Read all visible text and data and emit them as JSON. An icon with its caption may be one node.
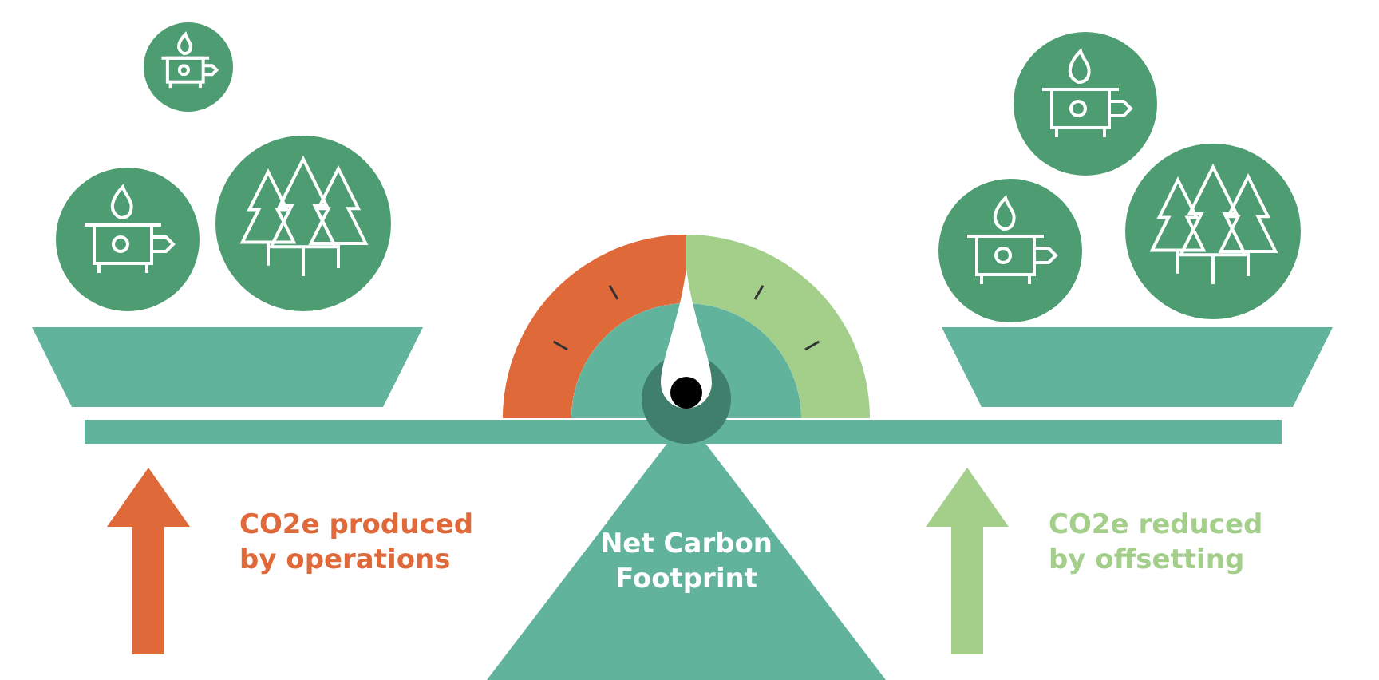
{
  "diagram": {
    "nodes": [
      {
        "text": [
          "Net Carbon Footprint"
        ]
      }
    ],
    "labels": [
      "CO2e produced by operations",
      "CO2e reduced by offsetting"
    ]
  }
}
